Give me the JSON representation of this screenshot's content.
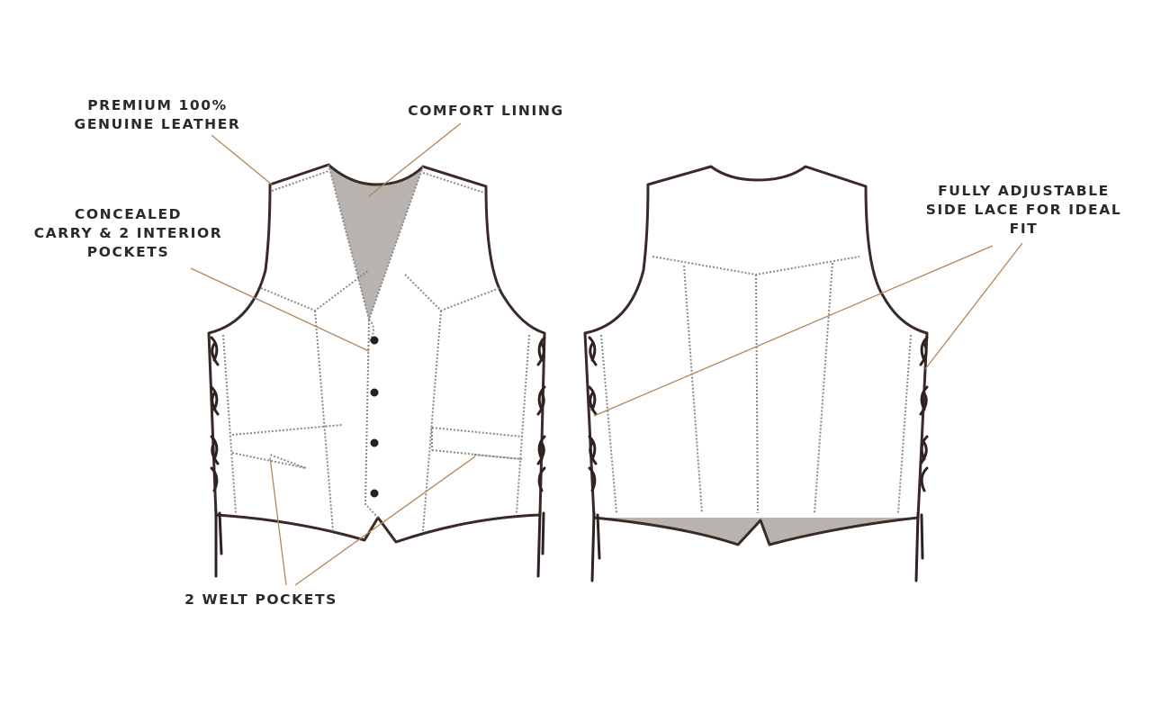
{
  "labels": {
    "leather": [
      "PREMIUM 100%",
      "GENUINE LEATHER"
    ],
    "lining": "COMFORT LINING",
    "pockets": [
      "CONCEALED",
      "CARRY & 2 INTERIOR",
      "POCKETS"
    ],
    "lace": [
      "FULLY ADJUSTABLE",
      "SIDE LACE FOR IDEAL",
      "FIT"
    ],
    "welt": "2 WELT POCKETS"
  },
  "colors": {
    "leader": "#b5865a",
    "outline": "#3a2a26",
    "lining": "#b9b3af",
    "text": "#2a2a2a"
  }
}
